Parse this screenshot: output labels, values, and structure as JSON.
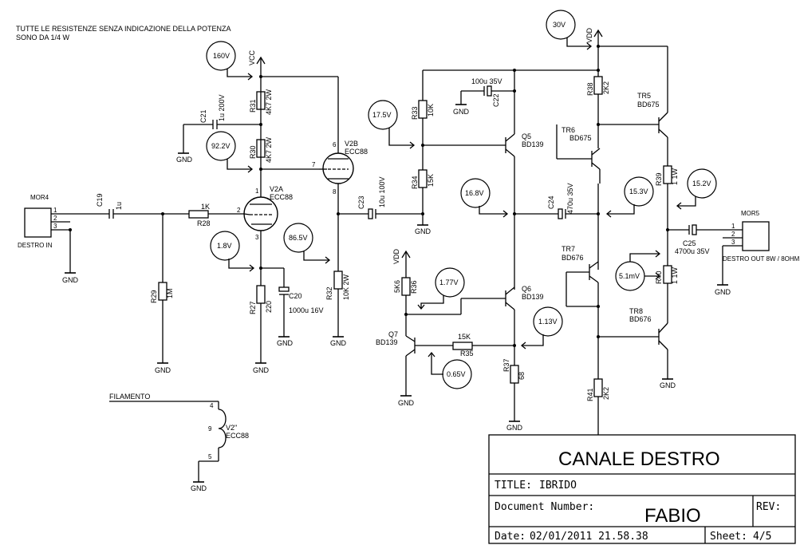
{
  "note": [
    "TUTTE LE RESISTENZE SENZA INDICAZIONE DELLA POTENZA",
    "SONO DA 1/4 W"
  ],
  "nets": {
    "vcc": "VCC",
    "vdd": "VDD",
    "gnd": "GND"
  },
  "probes": {
    "p160": "160V",
    "p92": "92.2V",
    "p1_8": "1.8V",
    "p86": "86.5V",
    "p17": "17.5V",
    "p16": "16.8V",
    "p30": "30V",
    "p15_3": "15.3V",
    "p15_2": "15.2V",
    "p5_1": "5.1mV",
    "p1_77": "1.77V",
    "p1_13": "1.13V",
    "p0_65": "0.65V"
  },
  "parts": {
    "r31": {
      "ref": "R31",
      "val": "4K7 2W"
    },
    "r30": {
      "ref": "R30",
      "val": "4K7 2W"
    },
    "c21": {
      "ref": "C21",
      "val": "1u 200V"
    },
    "v2b": {
      "ref": "V2B",
      "val": "ECC88"
    },
    "v2a": {
      "ref": "V2A",
      "val": "ECC88"
    },
    "c19": {
      "ref": "C19",
      "val": "1u"
    },
    "r28": {
      "ref": "R28",
      "val": "1K"
    },
    "r29": {
      "ref": "R29",
      "val": "1M"
    },
    "r27": {
      "ref": "R27",
      "val": "220"
    },
    "c20": {
      "ref": "C20",
      "val": "1000u 16V"
    },
    "r32": {
      "ref": "R32",
      "val": "10K 2W"
    },
    "c23": {
      "ref": "C23",
      "val": "10u 100V"
    },
    "r33": {
      "ref": "R33",
      "val": "10K"
    },
    "r34": {
      "ref": "R34",
      "val": "15K"
    },
    "c22": {
      "ref": "C22",
      "val": "100u 35V"
    },
    "q5": {
      "ref": "Q5",
      "val": "BD139"
    },
    "q6": {
      "ref": "Q6",
      "val": "BD139"
    },
    "q7": {
      "ref": "Q7",
      "val": "BD139"
    },
    "r36": {
      "ref": "R36",
      "val": "5K6"
    },
    "r35": {
      "ref": "R35",
      "val": "15K"
    },
    "r37": {
      "ref": "R37",
      "val": "68"
    },
    "c24": {
      "ref": "C24",
      "val": "470u 35V"
    },
    "r38": {
      "ref": "R38",
      "val": "2K2"
    },
    "r41": {
      "ref": "R41",
      "val": "2K2"
    },
    "tr5": {
      "ref": "TR5",
      "val": "BD675"
    },
    "tr6": {
      "ref": "TR6",
      "val": "BD675"
    },
    "tr7": {
      "ref": "TR7",
      "val": "BD676"
    },
    "tr8": {
      "ref": "TR8",
      "val": "BD676"
    },
    "r39": {
      "ref": "R39",
      "val": "1 1W"
    },
    "r40": {
      "ref": "R40",
      "val": "1 1W"
    },
    "c25": {
      "ref": "C25",
      "val": "4700u 35V"
    },
    "mor4": {
      "ref": "MOR4",
      "label": "DESTRO IN"
    },
    "mor5": {
      "ref": "MOR5",
      "label": "DESTRO OUT 8W / 8OHM"
    },
    "fil": {
      "title": "FILAMENTO",
      "ref": "V2\"",
      "val": "ECC88"
    }
  },
  "pins": {
    "c1": "1",
    "c2": "2",
    "c3": "3",
    "o1": "1",
    "o2": "2",
    "o3": "3",
    "v2a_p1": "1",
    "v2a_p2": "2",
    "v2a_p3": "3",
    "v2b_p6": "6",
    "v2b_p7": "7",
    "v2b_p8": "8",
    "f4": "4",
    "f9": "9",
    "f5": "5"
  },
  "title_block": {
    "name": "CANALE DESTRO",
    "title_label": "TITLE:",
    "title_value": "IBRIDO",
    "docnum_label": "Document Number:",
    "docnum_value": "FABIO",
    "rev_label": "REV:",
    "date_label": "Date:",
    "date_value": "02/01/2011 21.58.38",
    "sheet_label": "Sheet:",
    "sheet_value": "4/5"
  }
}
